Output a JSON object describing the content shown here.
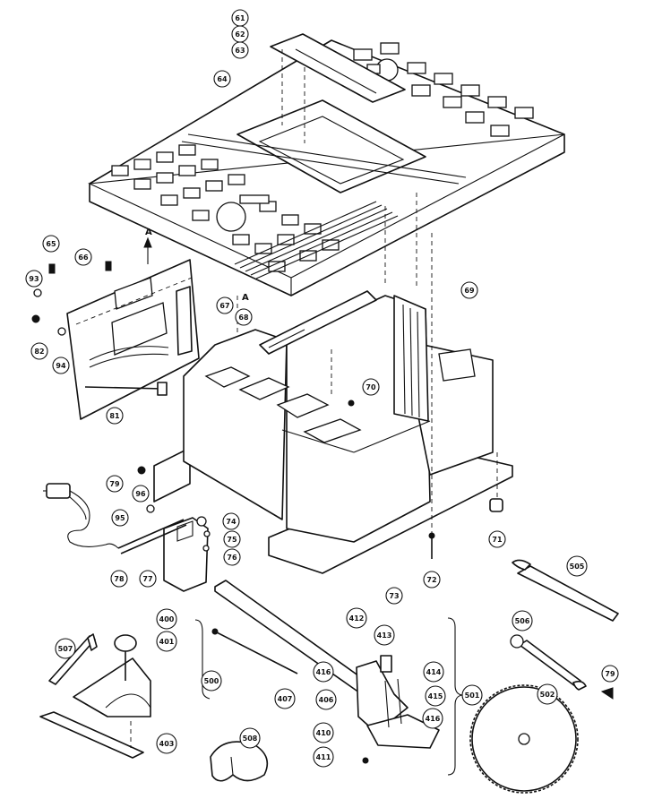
{
  "figure": {
    "section_letters": [
      "A",
      "A"
    ],
    "callouts": [
      {
        "key": "c61",
        "label": "61"
      },
      {
        "key": "c62",
        "label": "62"
      },
      {
        "key": "c63",
        "label": "63"
      },
      {
        "key": "c64",
        "label": "64"
      },
      {
        "key": "c65",
        "label": "65"
      },
      {
        "key": "c66",
        "label": "66"
      },
      {
        "key": "c67",
        "label": "67"
      },
      {
        "key": "c68",
        "label": "68"
      },
      {
        "key": "c69",
        "label": "69"
      },
      {
        "key": "c70",
        "label": "70"
      },
      {
        "key": "c71",
        "label": "71"
      },
      {
        "key": "c72",
        "label": "72"
      },
      {
        "key": "c73",
        "label": "73"
      },
      {
        "key": "c74",
        "label": "74"
      },
      {
        "key": "c75",
        "label": "75"
      },
      {
        "key": "c76",
        "label": "76"
      },
      {
        "key": "c77",
        "label": "77"
      },
      {
        "key": "c78",
        "label": "78"
      },
      {
        "key": "c79a",
        "label": "79"
      },
      {
        "key": "c79b",
        "label": "79"
      },
      {
        "key": "c81",
        "label": "81"
      },
      {
        "key": "c82",
        "label": "82"
      },
      {
        "key": "c93",
        "label": "93"
      },
      {
        "key": "c94",
        "label": "94"
      },
      {
        "key": "c95",
        "label": "95"
      },
      {
        "key": "c96",
        "label": "96"
      },
      {
        "key": "c400",
        "label": "400"
      },
      {
        "key": "c401",
        "label": "401"
      },
      {
        "key": "c403",
        "label": "403"
      },
      {
        "key": "c406",
        "label": "406"
      },
      {
        "key": "c407",
        "label": "407"
      },
      {
        "key": "c410",
        "label": "410"
      },
      {
        "key": "c411",
        "label": "411"
      },
      {
        "key": "c412",
        "label": "412"
      },
      {
        "key": "c413",
        "label": "413"
      },
      {
        "key": "c414",
        "label": "414"
      },
      {
        "key": "c415",
        "label": "415"
      },
      {
        "key": "c416a",
        "label": "416"
      },
      {
        "key": "c416b",
        "label": "416"
      },
      {
        "key": "c500",
        "label": "500"
      },
      {
        "key": "c501",
        "label": "501"
      },
      {
        "key": "c502",
        "label": "502"
      },
      {
        "key": "c505",
        "label": "505"
      },
      {
        "key": "c506",
        "label": "506"
      },
      {
        "key": "c507",
        "label": "507"
      },
      {
        "key": "c508",
        "label": "508"
      }
    ]
  }
}
